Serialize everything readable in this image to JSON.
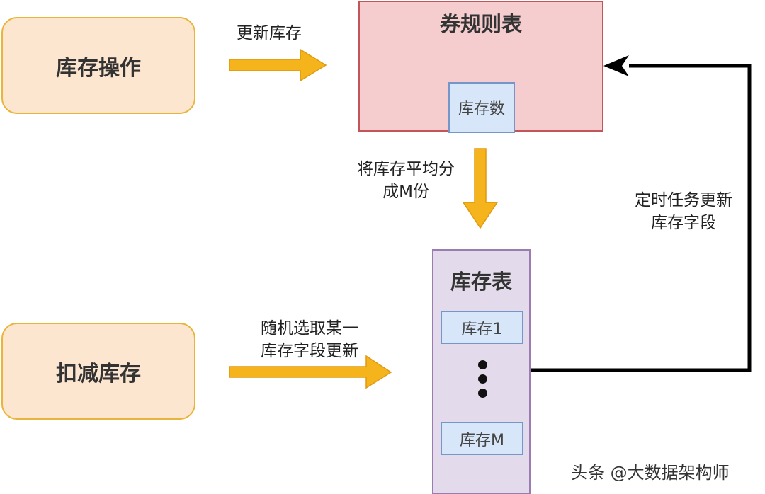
{
  "operations": {
    "stock_operation": "库存操作",
    "deduct_stock": "扣减库存"
  },
  "coupon_rule_table": {
    "title": "券规则表",
    "field": "库存数"
  },
  "stock_table": {
    "title": "库存表",
    "first_field": "库存1",
    "last_field": "库存M"
  },
  "arrows": {
    "update_stock": "更新库存",
    "split_line1": "将库存平均分",
    "split_line2": "成M份",
    "random_line1": "随机选取某一",
    "random_line2": "库存字段更新",
    "scheduled_line1": "定时任务更新",
    "scheduled_line2": "库存字段"
  },
  "watermark": {
    "text": "头条 @大数据架构师"
  },
  "colors": {
    "operation_fill": "#fce6cf",
    "operation_border": "#e8b43a",
    "rule_table_fill": "#f5cdcf",
    "rule_table_border": "#c2555a",
    "stock_table_fill": "#e3dbeb",
    "stock_table_border": "#9a7cb0",
    "field_fill": "#d8e6f9",
    "field_border": "#7496c8",
    "arrow_fill": "#f5b41b",
    "arrow_stroke": "#e09a10",
    "connector": "#000000"
  }
}
